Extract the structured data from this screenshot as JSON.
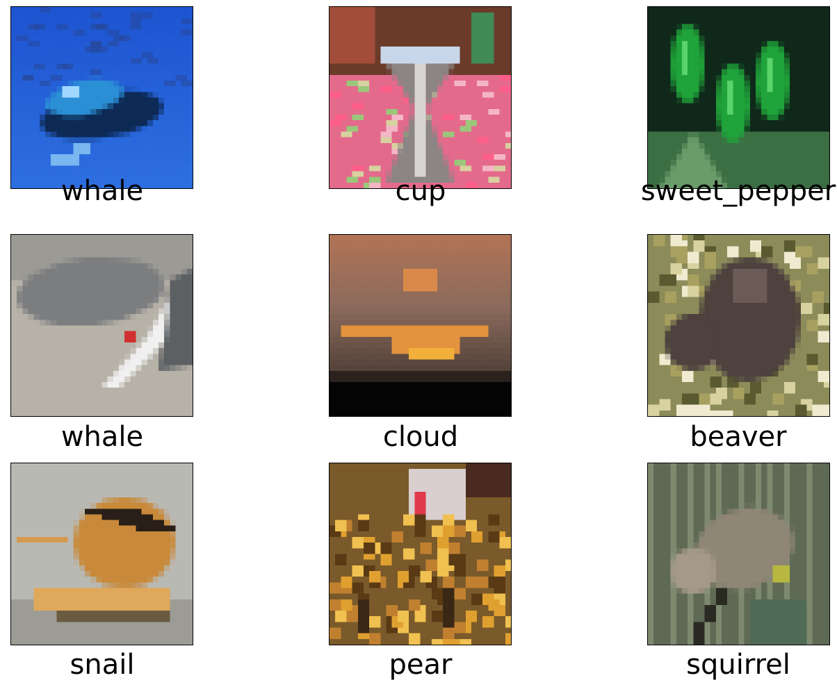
{
  "images": [
    {
      "label": "whale",
      "scene": "whale_blue"
    },
    {
      "label": "cup",
      "scene": "cup"
    },
    {
      "label": "sweet_pepper",
      "scene": "peppers"
    },
    {
      "label": "whale",
      "scene": "whale_grey"
    },
    {
      "label": "cloud",
      "scene": "sunset"
    },
    {
      "label": "beaver",
      "scene": "beaver"
    },
    {
      "label": "snail",
      "scene": "snail"
    },
    {
      "label": "pear",
      "scene": "pear"
    },
    {
      "label": "squirrel",
      "scene": "squirrel"
    }
  ]
}
